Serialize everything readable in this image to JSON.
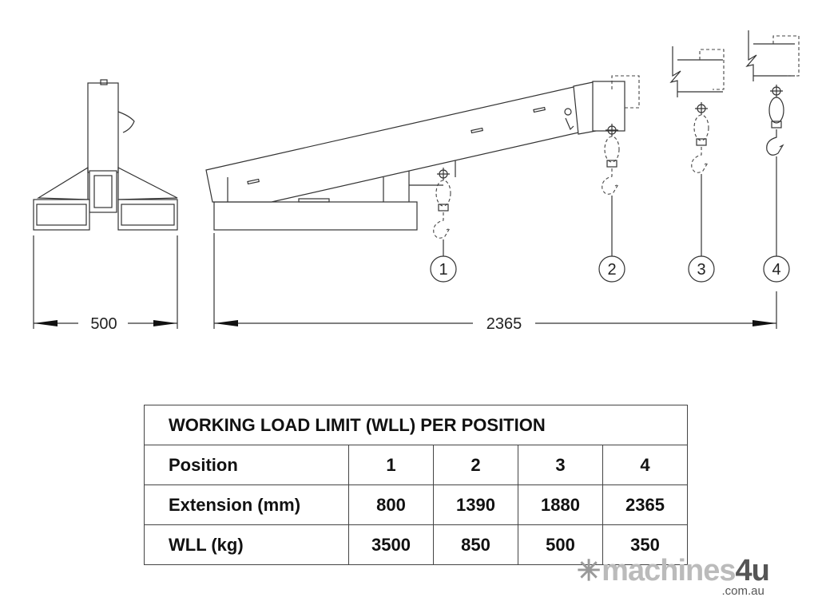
{
  "dimensions": {
    "width_label": "500",
    "length_label": "2365"
  },
  "positions": [
    "1",
    "2",
    "3",
    "4"
  ],
  "table": {
    "title": "WORKING LOAD LIMIT (WLL) PER POSITION",
    "rows": [
      {
        "label": "Position",
        "values": [
          "1",
          "2",
          "3",
          "4"
        ]
      },
      {
        "label": "Extension (mm)",
        "values": [
          "800",
          "1390",
          "1880",
          "2365"
        ]
      },
      {
        "label": "WLL (kg)",
        "values": [
          "3500",
          "850",
          "500",
          "350"
        ]
      }
    ]
  },
  "watermark": {
    "brand": "machines",
    "brand_num": "4u",
    "domain": ".com.au"
  }
}
